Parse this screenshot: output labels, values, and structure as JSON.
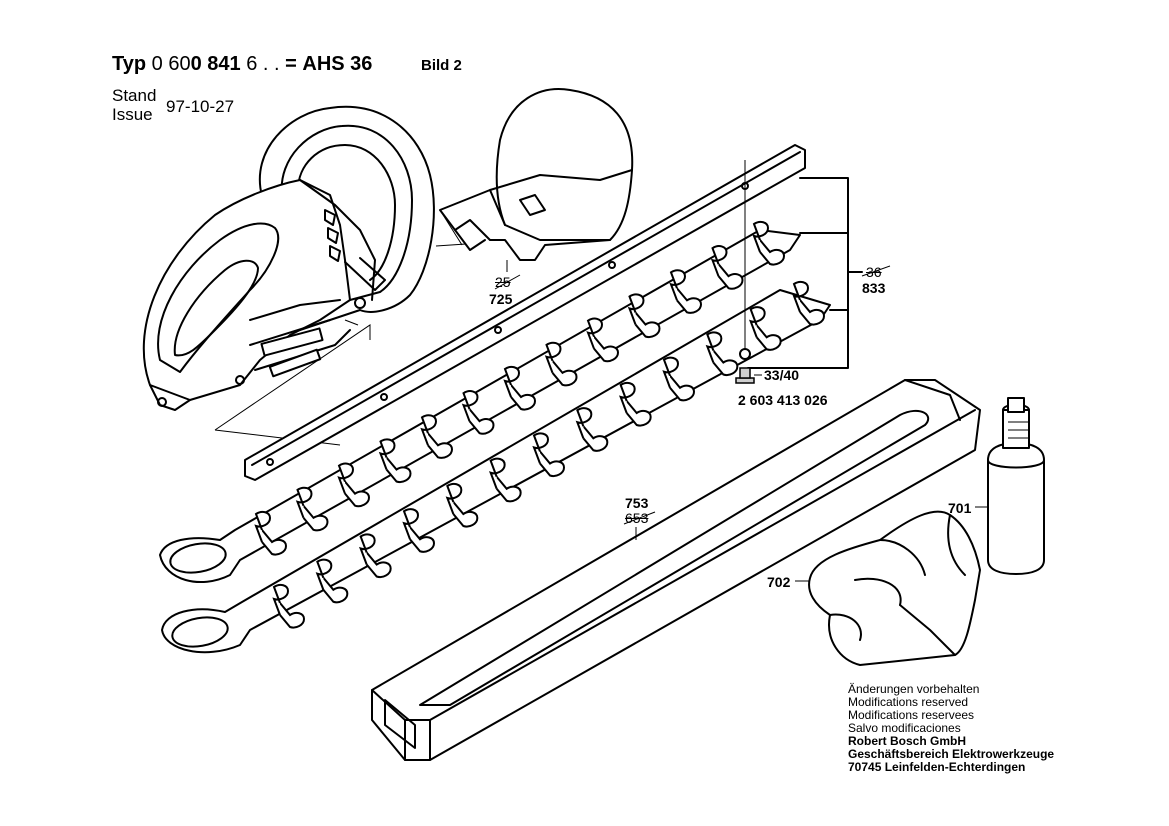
{
  "header": {
    "typ_label": "Typ",
    "typ_number_a": "0 60",
    "typ_number_b": "0 841",
    "typ_number_c": "6 . .",
    "equals": "=",
    "model": "AHS 36",
    "bild": "Bild 2"
  },
  "stand": {
    "line1": "Stand",
    "line2": "Issue",
    "date": "97-10-27"
  },
  "parts": {
    "guard_old": "25",
    "guard_new": "725",
    "blade_old": "36",
    "blade_new": "833",
    "screw_ref": "33/40",
    "screw_number": "2 603 413 026",
    "sheath_new": "753",
    "sheath_old": "653",
    "oil": "701",
    "gloves": "702"
  },
  "footer": {
    "line1": "Änderungen vorbehalten",
    "line2": "Modifications reserved",
    "line3": "Modifications reservees",
    "line4": "Salvo modificaciones",
    "company": "Robert Bosch GmbH",
    "division": "Geschäftsbereich Elektrowerkzeuge",
    "address": "70745 Leinfelden-Echterdingen"
  }
}
